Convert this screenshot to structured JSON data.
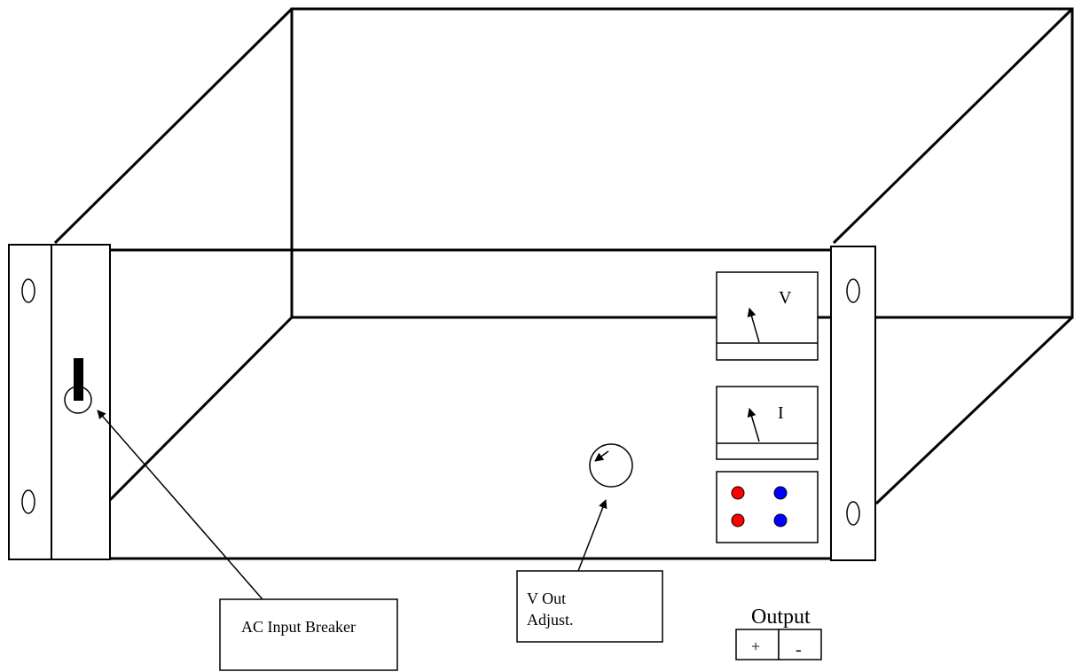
{
  "meters": {
    "voltage_label": "V",
    "current_label": "I"
  },
  "callouts": {
    "breaker_label": "AC Input Breaker",
    "adjust_label_line1": "V Out",
    "adjust_label_line2": "Adjust."
  },
  "output": {
    "title": "Output",
    "plus_label": "+",
    "minus_label": "-"
  },
  "colors": {
    "positive_terminal": "#ff0000",
    "negative_terminal": "#0000ff",
    "line": "#000000",
    "background": "#ffffff"
  },
  "icons": {
    "breaker": "toggle-switch-icon",
    "knob": "rotary-knob-icon",
    "meter": "analog-meter-icon"
  }
}
